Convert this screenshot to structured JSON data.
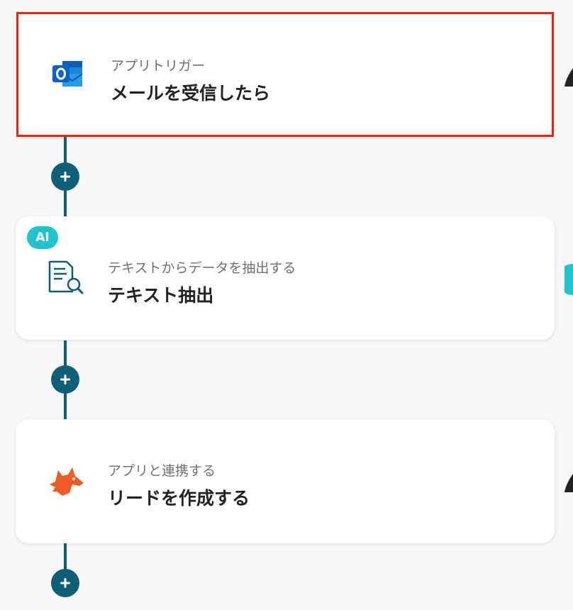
{
  "steps": [
    {
      "subtitle": "アプリトリガー",
      "title": "メールを受信したら",
      "icon": "outlook-icon",
      "selected": true
    },
    {
      "subtitle": "テキストからデータを抽出する",
      "title": "テキスト抽出",
      "icon": "document-search-icon",
      "badge": "AI"
    },
    {
      "subtitle": "アプリと連携する",
      "title": "リードを作成する",
      "icon": "fox-icon"
    }
  ],
  "colors": {
    "accent": "#0f5f78",
    "selected_border": "#f0220a",
    "ai_badge": "#1fc4cc",
    "outlook_blue": "#0a64c8",
    "fox_orange": "#f25a25"
  }
}
